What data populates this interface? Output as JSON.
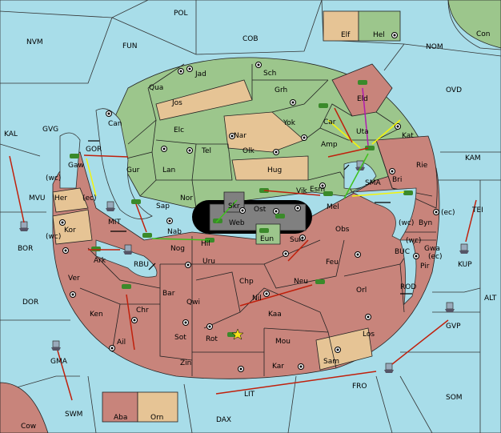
{
  "colors": {
    "sea": "#a8dde9",
    "green_power": "#9cc68c",
    "tan_power": "#e6c495",
    "red_power": "#c8847b",
    "center": "#808080",
    "order_red": "#c0200c",
    "order_yellow": "#f4f40c",
    "order_green": "#3fc01c",
    "order_purple": "#b01cb0"
  },
  "provinces": [
    {
      "id": "POL",
      "label": "POL"
    },
    {
      "id": "COB",
      "label": "COB"
    },
    {
      "id": "NVM",
      "label": "NVM"
    },
    {
      "id": "FUN",
      "label": "FUN"
    },
    {
      "id": "NOM",
      "label": "NOM"
    },
    {
      "id": "Con",
      "label": "Con"
    },
    {
      "id": "Elf",
      "label": "Elf"
    },
    {
      "id": "Hel",
      "label": "Hel"
    },
    {
      "id": "OVD",
      "label": "OVD"
    },
    {
      "id": "KAL",
      "label": "KAL"
    },
    {
      "id": "GVG",
      "label": "GVG"
    },
    {
      "id": "KAM",
      "label": "KAM"
    },
    {
      "id": "MVU",
      "label": "MVU"
    },
    {
      "id": "TEI",
      "label": "TEI"
    },
    {
      "id": "BOR",
      "label": "BOR"
    },
    {
      "id": "KUP",
      "label": "KUP"
    },
    {
      "id": "DOR",
      "label": "DOR"
    },
    {
      "id": "BUC",
      "label": "BUC"
    },
    {
      "id": "ALT",
      "label": "ALT"
    },
    {
      "id": "ROD",
      "label": "ROD"
    },
    {
      "id": "GVP",
      "label": "GVP"
    },
    {
      "id": "GMA",
      "label": "GMA"
    },
    {
      "id": "SWM",
      "label": "SWM"
    },
    {
      "id": "LIT",
      "label": "LIT"
    },
    {
      "id": "FRO",
      "label": "FRO"
    },
    {
      "id": "SOM",
      "label": "SOM"
    },
    {
      "id": "DAX",
      "label": "DAX"
    },
    {
      "id": "Cow",
      "label": "Cow"
    },
    {
      "id": "Aba",
      "label": "Aba"
    },
    {
      "id": "Orn",
      "label": "Orn"
    },
    {
      "id": "Jad",
      "label": "Jad"
    },
    {
      "id": "Sch",
      "label": "Sch"
    },
    {
      "id": "Qua",
      "label": "Qua"
    },
    {
      "id": "Jos",
      "label": "Jos"
    },
    {
      "id": "Grh",
      "label": "Grh"
    },
    {
      "id": "Eld",
      "label": "Eld"
    },
    {
      "id": "Can",
      "label": "Can"
    },
    {
      "id": "Elc",
      "label": "Elc"
    },
    {
      "id": "Nar",
      "label": "Nar"
    },
    {
      "id": "Yok",
      "label": "Yok"
    },
    {
      "id": "Car",
      "label": "Car"
    },
    {
      "id": "Uta",
      "label": "Uta"
    },
    {
      "id": "Kat",
      "label": "Kat"
    },
    {
      "id": "GOR",
      "label": "GOR"
    },
    {
      "id": "Amp",
      "label": "Amp"
    },
    {
      "id": "Tel",
      "label": "Tel"
    },
    {
      "id": "Olk",
      "label": "Olk"
    },
    {
      "id": "Gaw",
      "label": "Gaw"
    },
    {
      "id": "Gur",
      "label": "Gur"
    },
    {
      "id": "Lan",
      "label": "Lan"
    },
    {
      "id": "Hug",
      "label": "Hug"
    },
    {
      "id": "Rie",
      "label": "Rie"
    },
    {
      "id": "SMA",
      "label": "SMA"
    },
    {
      "id": "Bri",
      "label": "Bri"
    },
    {
      "id": "wc1",
      "label": "(wc)"
    },
    {
      "id": "Nor",
      "label": "Nor"
    },
    {
      "id": "Esm",
      "label": "Esm"
    },
    {
      "id": "Her",
      "label": "Her"
    },
    {
      "id": "ec1",
      "label": "(ec)"
    },
    {
      "id": "Vik",
      "label": "Vik"
    },
    {
      "id": "Skr",
      "label": "Skr"
    },
    {
      "id": "Sap",
      "label": "Sap"
    },
    {
      "id": "Ost",
      "label": "Ost"
    },
    {
      "id": "Mel",
      "label": "Mel"
    },
    {
      "id": "ec2",
      "label": "(ec)"
    },
    {
      "id": "Web",
      "label": "Web"
    },
    {
      "id": "wc2",
      "label": "(wc)"
    },
    {
      "id": "Byn",
      "label": "Byn"
    },
    {
      "id": "MIT",
      "label": "MIT"
    },
    {
      "id": "Kor",
      "label": "Kor"
    },
    {
      "id": "Obs",
      "label": "Obs"
    },
    {
      "id": "Nab",
      "label": "Nab"
    },
    {
      "id": "Eun",
      "label": "Eun"
    },
    {
      "id": "wc3",
      "label": "(wc)"
    },
    {
      "id": "Sun",
      "label": "Sun"
    },
    {
      "id": "wc4",
      "label": "(wc)"
    },
    {
      "id": "Gwa",
      "label": "Gwa"
    },
    {
      "id": "Hil",
      "label": "Hil"
    },
    {
      "id": "Nog",
      "label": "Nog"
    },
    {
      "id": "Ark",
      "label": "Ark"
    },
    {
      "id": "RBU",
      "label": "RBU"
    },
    {
      "id": "Uru",
      "label": "Uru"
    },
    {
      "id": "Feu",
      "label": "Feu"
    },
    {
      "id": "Pir",
      "label": "Pir"
    },
    {
      "id": "ec3",
      "label": "(ec)"
    },
    {
      "id": "Ver",
      "label": "Ver"
    },
    {
      "id": "Chp",
      "label": "Chp"
    },
    {
      "id": "Neu",
      "label": "Neu"
    },
    {
      "id": "Orl",
      "label": "Orl"
    },
    {
      "id": "Bar",
      "label": "Bar"
    },
    {
      "id": "Nil",
      "label": "Nil"
    },
    {
      "id": "Qwi",
      "label": "Qwi"
    },
    {
      "id": "Ken",
      "label": "Ken"
    },
    {
      "id": "Chr",
      "label": "Chr"
    },
    {
      "id": "Kaa",
      "label": "Kaa"
    },
    {
      "id": "Los",
      "label": "Los"
    },
    {
      "id": "Ail",
      "label": "Ail"
    },
    {
      "id": "Sot",
      "label": "Sot"
    },
    {
      "id": "Rot",
      "label": "Rot"
    },
    {
      "id": "Mou",
      "label": "Mou"
    },
    {
      "id": "Sam",
      "label": "Sam"
    },
    {
      "id": "Zin",
      "label": "Zin"
    },
    {
      "id": "Kar",
      "label": "Kar"
    }
  ]
}
